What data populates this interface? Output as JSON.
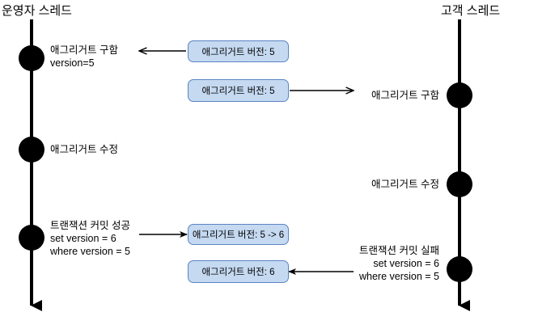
{
  "diagram": {
    "title_left": "운영자 스레드",
    "title_right": "고객 스레드",
    "left_events": [
      {
        "line1": "애그리거트 구함",
        "line2": "version=5",
        "line3": ""
      },
      {
        "line1": "애그리거트 수정",
        "line2": "",
        "line3": ""
      },
      {
        "line1": "트랜잭션 커밋 성공",
        "line2": "set version = 6",
        "line3": "where version = 5"
      }
    ],
    "right_events": [
      {
        "line1": "애그리거트 구함",
        "line2": "",
        "line3": ""
      },
      {
        "line1": "애그리거트 수정",
        "line2": "",
        "line3": ""
      },
      {
        "line1": "트랜잭션 커밋 실패",
        "line2": "set version = 6",
        "line3": "where version = 5"
      }
    ],
    "messages": [
      {
        "label": "애그리거트 버전: 5",
        "direction": "left"
      },
      {
        "label": "애그리거트 버전: 5",
        "direction": "right"
      },
      {
        "label": "애그리거트 버전: 5 -> 6",
        "direction": "right"
      },
      {
        "label": "애그리거트 버전: 6",
        "direction": "left"
      }
    ],
    "colors": {
      "box_fill": "#c5d9f1",
      "box_border": "#5b84c4",
      "lifeline": "#000000",
      "text": "#000000"
    }
  }
}
